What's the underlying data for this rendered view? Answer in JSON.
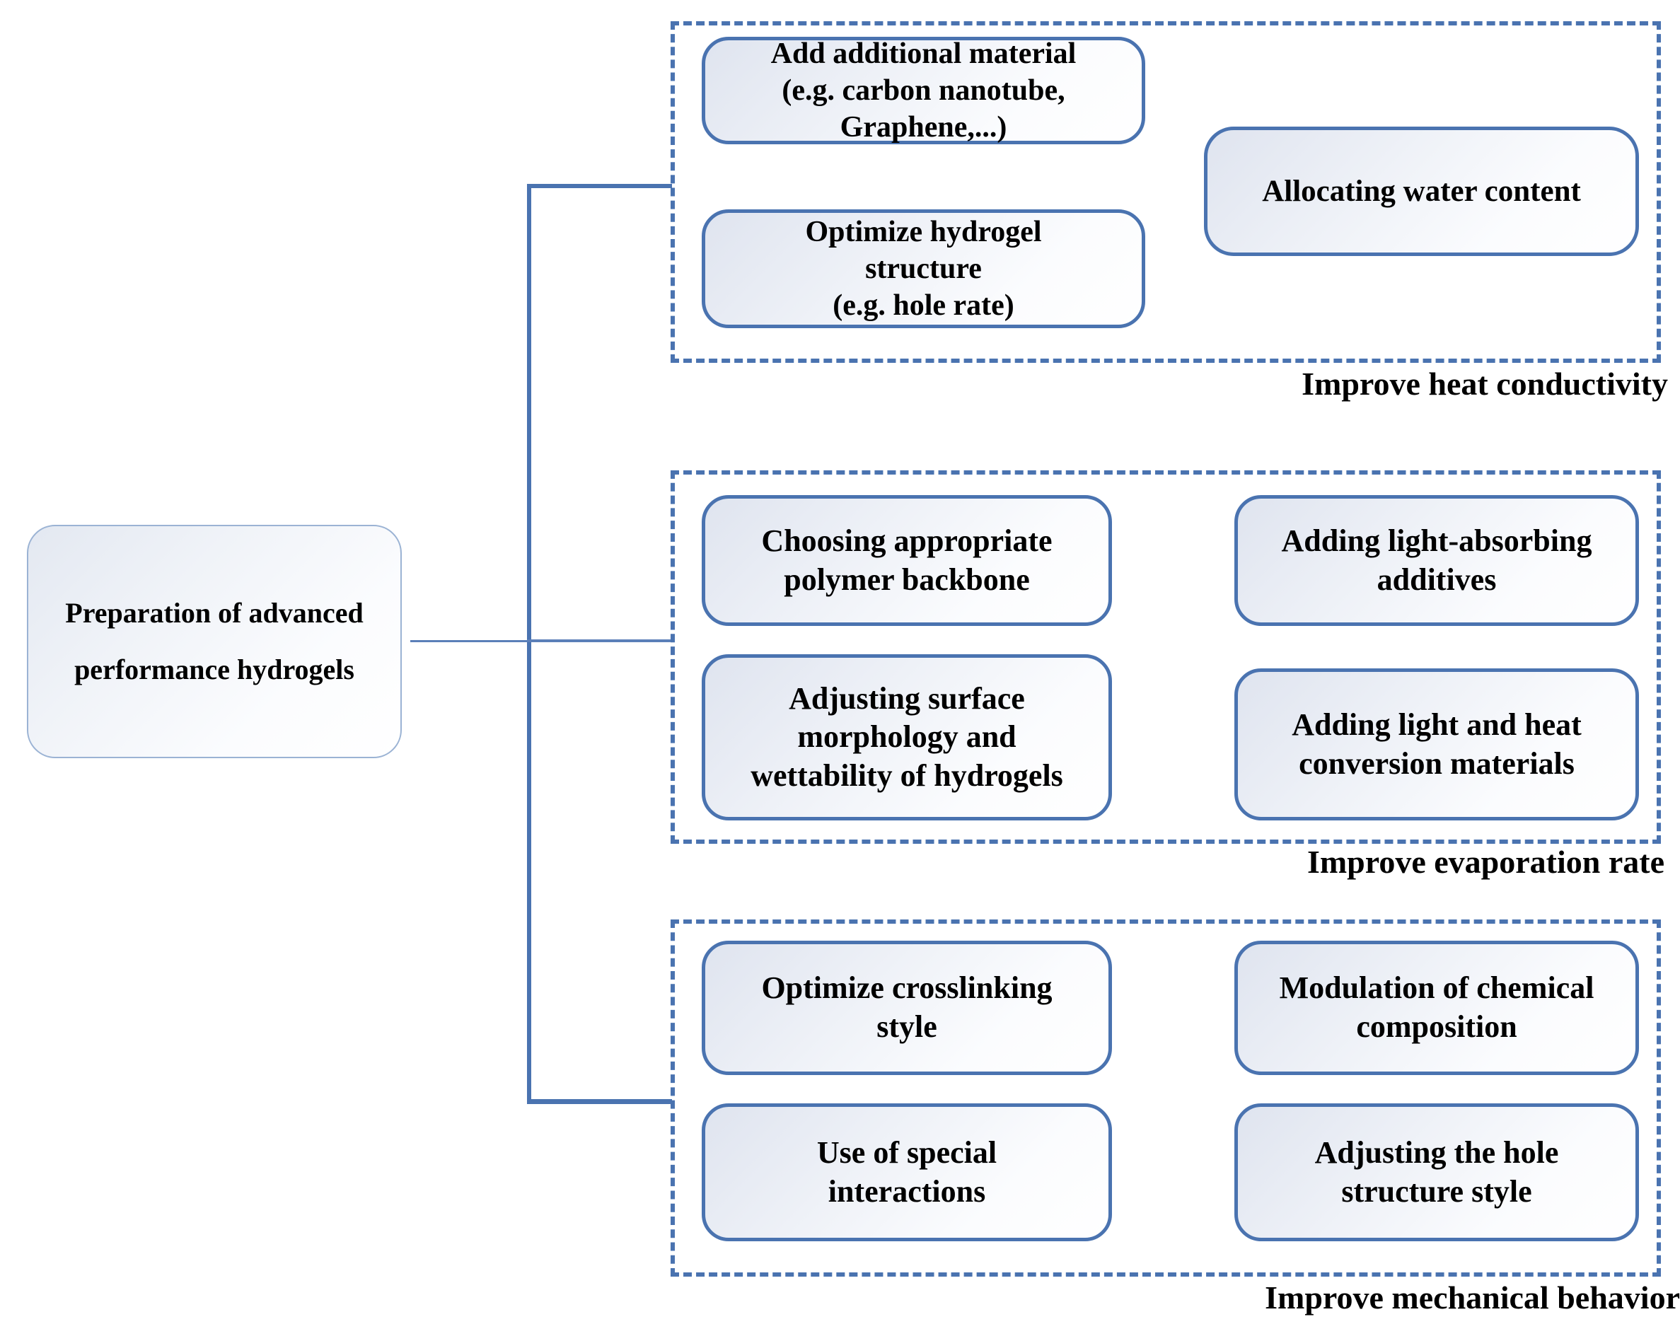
{
  "diagram": {
    "title": "Preparation of advanced performance hydrogels strategy map",
    "accent_color": "#4a73b0",
    "root": {
      "label": "Preparation of advanced\nperformance hydrogels"
    },
    "groups": [
      {
        "id": "heat-conductivity",
        "caption": "Improve heat conductivity",
        "nodes": [
          {
            "id": "add-additional-material",
            "label": "Add additional material\n(e.g. carbon nanotube,\nGraphene,...)"
          },
          {
            "id": "optimize-hydrogel-structure",
            "label": "Optimize  hydrogel\nstructure\n(e.g. hole rate)"
          },
          {
            "id": "allocating-water-content",
            "label": "Allocating water content"
          }
        ]
      },
      {
        "id": "evaporation-rate",
        "caption": "Improve evaporation rate",
        "nodes": [
          {
            "id": "choosing-polymer-backbone",
            "label": "Choosing appropriate\npolymer backbone"
          },
          {
            "id": "adjusting-surface-morphology",
            "label": "Adjusting surface\nmorphology and\nwettability of hydrogels"
          },
          {
            "id": "adding-light-absorbing-additives",
            "label": "Adding  light-absorbing\nadditives"
          },
          {
            "id": "adding-light-heat-conversion",
            "label": "Adding  light and heat\nconversion materials"
          }
        ]
      },
      {
        "id": "mechanical-behavior",
        "caption": "Improve mechanical behavior",
        "nodes": [
          {
            "id": "optimize-crosslinking-style",
            "label": "Optimize crosslinking\nstyle"
          },
          {
            "id": "use-of-special-interactions",
            "label": "Use of special\ninteractions"
          },
          {
            "id": "modulation-chemical-composition",
            "label": "Modulation of chemical\ncomposition"
          },
          {
            "id": "adjusting-hole-structure-style",
            "label": "Adjusting the hole\nstructure style"
          }
        ]
      }
    ]
  }
}
